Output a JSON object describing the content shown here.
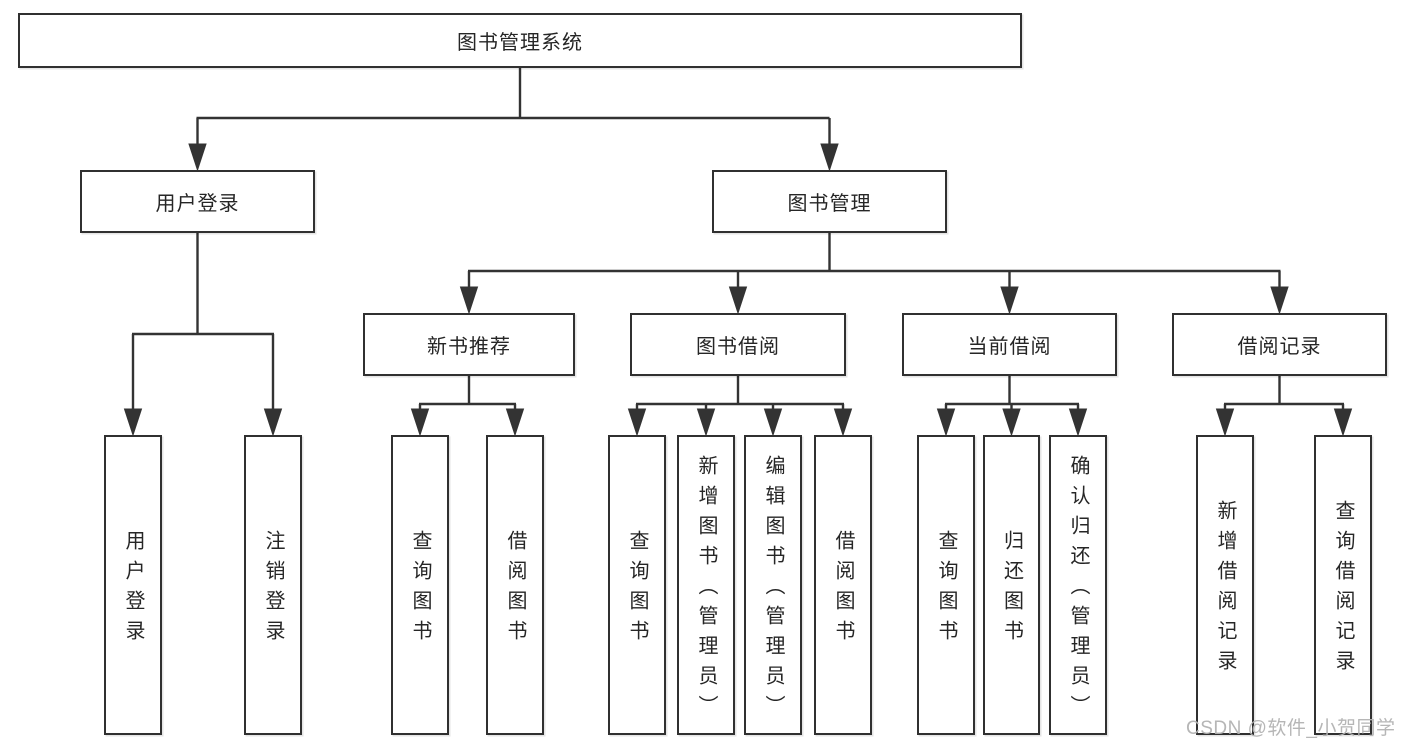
{
  "tree": {
    "root": "图书管理系统",
    "children": [
      {
        "label": "用户登录",
        "leaves": [
          "用户登录",
          "注销登录"
        ]
      },
      {
        "label": "图书管理",
        "children": [
          {
            "label": "新书推荐",
            "leaves": [
              "查询图书",
              "借阅图书"
            ]
          },
          {
            "label": "图书借阅",
            "leaves": [
              "查询图书",
              "新增图书（管理员）",
              "编辑图书（管理员）",
              "借阅图书"
            ]
          },
          {
            "label": "当前借阅",
            "leaves": [
              "查询图书",
              "归还图书",
              "确认归还（管理员）"
            ]
          },
          {
            "label": "借阅记录",
            "leaves": [
              "新增借阅记录",
              "查询借阅记录"
            ]
          }
        ]
      }
    ]
  },
  "watermark": {
    "text": "CSDN @软件_小贺同学",
    "color": "#b2b2b2"
  },
  "colors": {
    "line": "#333333",
    "box_border": "#303030",
    "text": "#262626",
    "background": "#ffffff"
  }
}
